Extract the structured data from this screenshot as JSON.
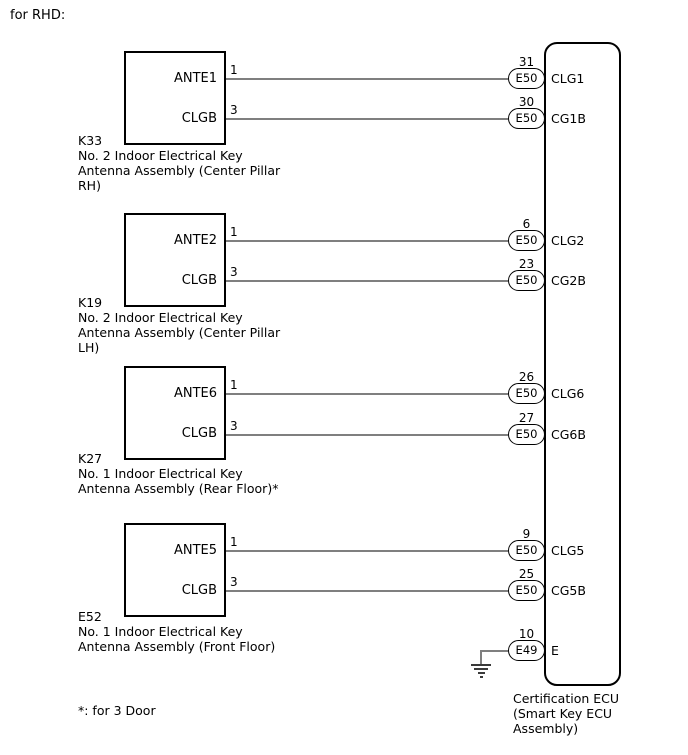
{
  "title": "for RHD:",
  "footnote": "*: for 3 Door",
  "colors": {
    "wire": "#7f7f7f",
    "line": "#000000",
    "background": "#ffffff"
  },
  "modules": [
    {
      "id": "K33",
      "pins": [
        {
          "number": "1",
          "label": "ANTE1"
        },
        {
          "number": "3",
          "label": "CLGB"
        }
      ],
      "desc": [
        "No. 2 Indoor Electrical Key",
        "Antenna Assembly (Center Pillar",
        "RH)"
      ]
    },
    {
      "id": "K19",
      "pins": [
        {
          "number": "1",
          "label": "ANTE2"
        },
        {
          "number": "3",
          "label": "CLGB"
        }
      ],
      "desc": [
        "No. 2 Indoor Electrical Key",
        "Antenna Assembly (Center Pillar",
        "LH)"
      ]
    },
    {
      "id": "K27",
      "pins": [
        {
          "number": "1",
          "label": "ANTE6"
        },
        {
          "number": "3",
          "label": "CLGB"
        }
      ],
      "desc": [
        "No. 1 Indoor Electrical Key",
        "Antenna Assembly (Rear Floor)*"
      ]
    },
    {
      "id": "E52",
      "pins": [
        {
          "number": "1",
          "label": "ANTE5"
        },
        {
          "number": "3",
          "label": "CLGB"
        }
      ],
      "desc": [
        "No. 1 Indoor Electrical Key",
        "Antenna Assembly (Front Floor)"
      ]
    }
  ],
  "ecu": {
    "label": [
      "Certification ECU",
      "(Smart Key ECU",
      "Assembly)"
    ],
    "rows": [
      {
        "pin": "31",
        "connector": "E50",
        "signal": "CLG1"
      },
      {
        "pin": "30",
        "connector": "E50",
        "signal": "CG1B"
      },
      {
        "pin": "6",
        "connector": "E50",
        "signal": "CLG2"
      },
      {
        "pin": "23",
        "connector": "E50",
        "signal": "CG2B"
      },
      {
        "pin": "26",
        "connector": "E50",
        "signal": "CLG6"
      },
      {
        "pin": "27",
        "connector": "E50",
        "signal": "CG6B"
      },
      {
        "pin": "9",
        "connector": "E50",
        "signal": "CLG5"
      },
      {
        "pin": "25",
        "connector": "E50",
        "signal": "CG5B"
      },
      {
        "pin": "10",
        "connector": "E49",
        "signal": "E"
      }
    ],
    "ground": "earth-ground"
  }
}
